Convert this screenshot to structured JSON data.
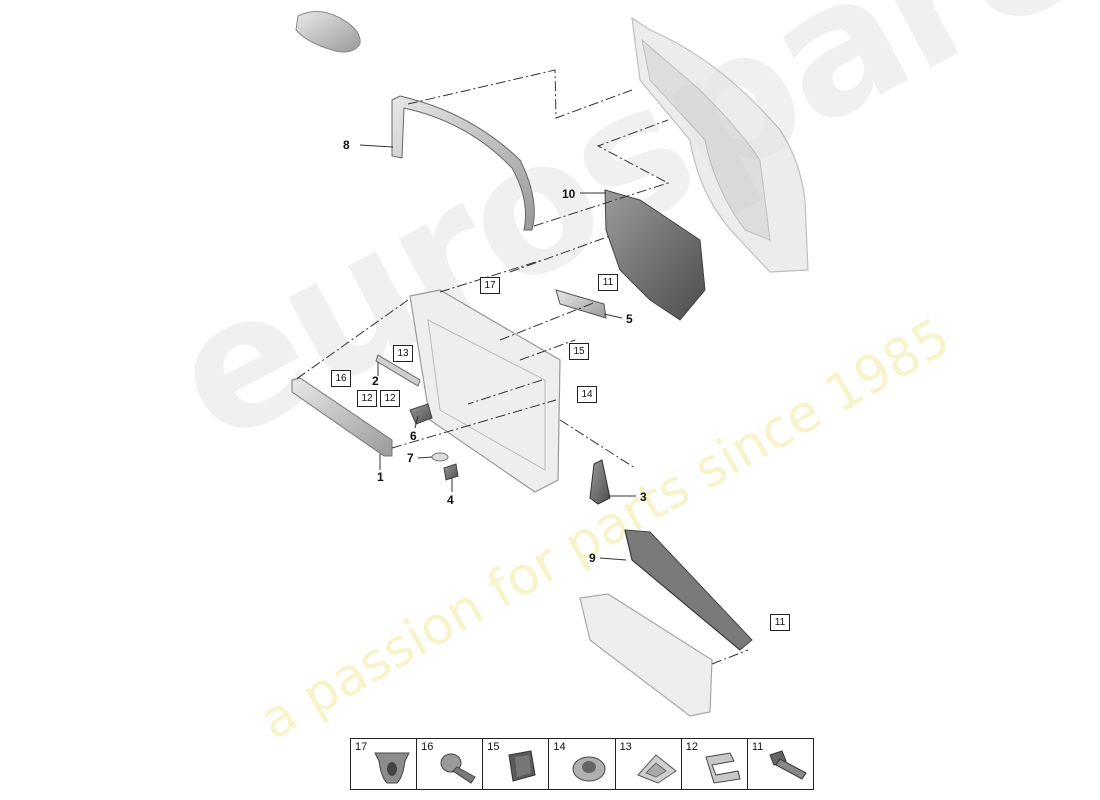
{
  "watermark": {
    "logo": "eurospares",
    "slogan": "a passion for parts since 1985"
  },
  "callouts": {
    "c1": "1",
    "c2": "2",
    "c3": "3",
    "c4": "4",
    "c5": "5",
    "c6": "6",
    "c7": "7",
    "c8": "8",
    "c9": "9",
    "c10": "10"
  },
  "boxed": {
    "b17": "17",
    "b11a": "11",
    "b13": "13",
    "b15": "15",
    "b16": "16",
    "b12a": "12",
    "b12b": "12",
    "b14": "14",
    "b11b": "11"
  },
  "legend": [
    {
      "num": "17"
    },
    {
      "num": "16"
    },
    {
      "num": "15"
    },
    {
      "num": "14"
    },
    {
      "num": "13"
    },
    {
      "num": "12"
    },
    {
      "num": "11"
    }
  ]
}
